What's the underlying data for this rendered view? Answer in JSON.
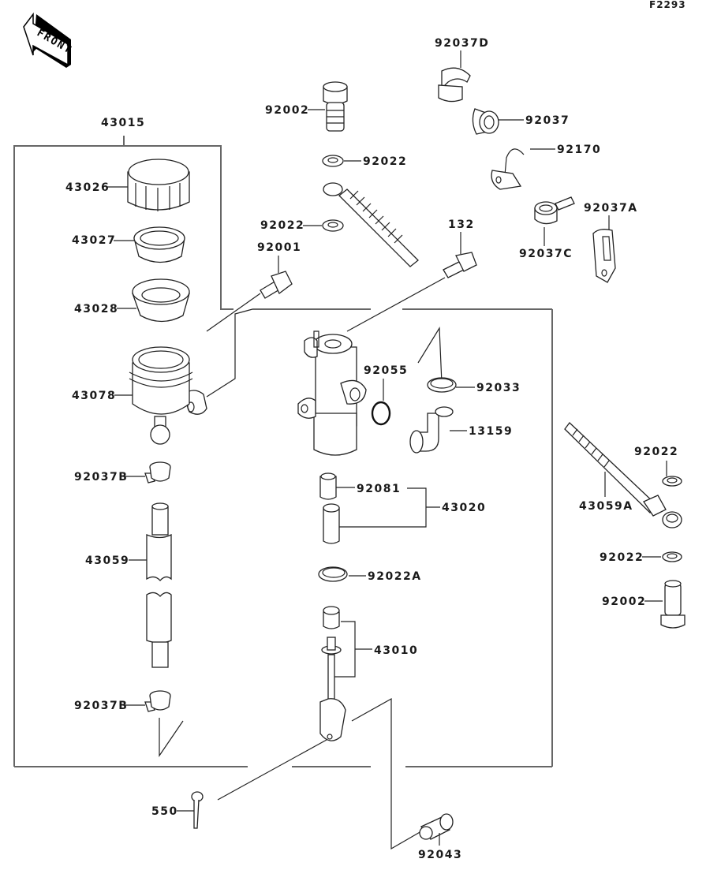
{
  "diagram": {
    "code": "F2293",
    "front_label": "FRONT",
    "assembly": {
      "master_cylinder": "43015",
      "piston_kit": "43020",
      "push_rod": "43010"
    },
    "parts": {
      "p92037D": "92037D",
      "p92002_top": "92002",
      "p92037": "92037",
      "p92022_a": "92022",
      "p92170": "92170",
      "p43026": "43026",
      "p92037A": "92037A",
      "p92022_b": "92022",
      "p132": "132",
      "p43027": "43027",
      "p92037C": "92037C",
      "p92001": "92001",
      "p43028": "43028",
      "p92055": "92055",
      "p92033": "92033",
      "p43078": "43078",
      "p13159": "13159",
      "p92022_c": "92022",
      "p92037B_top": "92037B",
      "p92081": "92081",
      "p43059A": "43059A",
      "p43059": "43059",
      "p92022_d": "92022",
      "p92022A": "92022A",
      "p92002_bottom": "92002",
      "p92037B_bottom": "92037B",
      "p550": "550",
      "p92043": "92043"
    }
  }
}
